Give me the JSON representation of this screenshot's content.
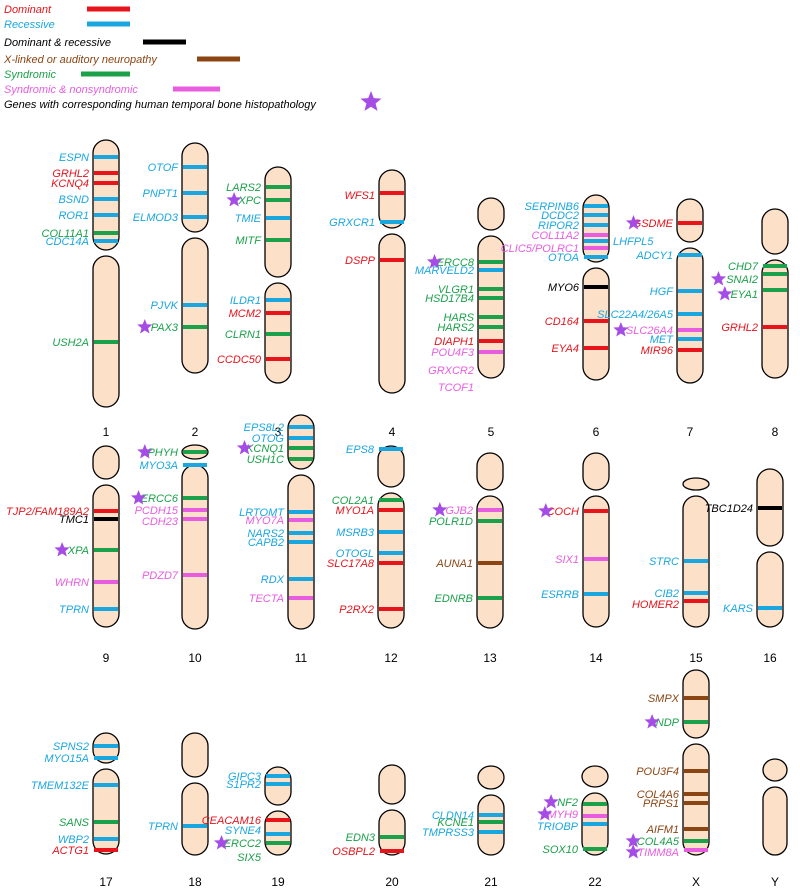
{
  "colors": {
    "dominant": "#e8141c",
    "recessive": "#1aa7e0",
    "both": "#000000",
    "xlinked": "#8b4513",
    "syndromic": "#1aa14a",
    "syn_non": "#e85de0",
    "star": "#a64ce6",
    "body_fill": "#fde0c8"
  },
  "legend": [
    {
      "label": "Dominant",
      "color_key": "dominant"
    },
    {
      "label": "Recessive",
      "color_key": "recessive"
    },
    {
      "label": "Dominant & recessive",
      "color_key": "both"
    },
    {
      "label": "X-linked or auditory neuropathy",
      "color_key": "xlinked"
    },
    {
      "label": "Syndromic",
      "color_key": "syndromic"
    },
    {
      "label": "Syndromic & nonsyndromic",
      "color_key": "syn_non"
    },
    {
      "label": "Genes with corresponding human temporal bone histopathology",
      "color_key": "both",
      "icon": "star-icon"
    }
  ],
  "chromosomes": [
    {
      "name": "1",
      "genes": [
        {
          "label": "ESPN",
          "type": "recessive"
        },
        {
          "label": "GRHL2",
          "type": "dominant"
        },
        {
          "label": "KCNQ4",
          "type": "dominant"
        },
        {
          "label": "BSND",
          "type": "recessive"
        },
        {
          "label": "ROR1",
          "type": "recessive"
        },
        {
          "label": "COL11A1",
          "type": "syndromic"
        },
        {
          "label": "CDC14A",
          "type": "recessive"
        },
        {
          "label": "USH2A",
          "type": "syndromic"
        }
      ]
    },
    {
      "name": "2",
      "genes": [
        {
          "label": "OTOF",
          "type": "recessive"
        },
        {
          "label": "PNPT1",
          "type": "recessive"
        },
        {
          "label": "ELMOD3",
          "type": "recessive"
        },
        {
          "label": "PJVK",
          "type": "recessive"
        },
        {
          "label": "PAX3",
          "type": "syndromic",
          "star": true
        }
      ]
    },
    {
      "name": "3",
      "genes": [
        {
          "label": "LARS2",
          "type": "syndromic"
        },
        {
          "label": "XPC",
          "type": "syndromic",
          "star": true
        },
        {
          "label": "TMIE",
          "type": "recessive"
        },
        {
          "label": "MITF",
          "type": "syndromic"
        },
        {
          "label": "ILDR1",
          "type": "recessive"
        },
        {
          "label": "MCM2",
          "type": "dominant"
        },
        {
          "label": "CLRN1",
          "type": "syndromic"
        },
        {
          "label": "CCDC50",
          "type": "dominant"
        }
      ]
    },
    {
      "name": "4",
      "genes": [
        {
          "label": "WFS1",
          "type": "dominant"
        },
        {
          "label": "GRXCR1",
          "type": "recessive"
        },
        {
          "label": "DSPP",
          "type": "dominant"
        }
      ]
    },
    {
      "name": "5",
      "genes": [
        {
          "label": "ERCC8",
          "type": "syndromic",
          "star": true
        },
        {
          "label": "MARVELD2",
          "type": "recessive"
        },
        {
          "label": "VLGR1",
          "type": "syndromic"
        },
        {
          "label": "HSD17B4",
          "type": "syndromic"
        },
        {
          "label": "HARS",
          "type": "syndromic"
        },
        {
          "label": "HARS2",
          "type": "syndromic"
        },
        {
          "label": "DIAPH1",
          "type": "dominant"
        },
        {
          "label": "POU4F3",
          "type": "syn_non"
        },
        {
          "label": "GRXCR2",
          "type": "syn_non"
        },
        {
          "label": "TCOF1",
          "type": "syn_non"
        }
      ]
    },
    {
      "name": "6",
      "genes": [
        {
          "label": "SERPINB6",
          "type": "recessive"
        },
        {
          "label": "DCDC2",
          "type": "recessive"
        },
        {
          "label": "RIPOR2",
          "type": "recessive"
        },
        {
          "label": "COL11A2",
          "type": "syn_non"
        },
        {
          "label": "LHFPL5",
          "type": "recessive"
        },
        {
          "label": "CLIC5/POLRC1",
          "type": "syn_non"
        },
        {
          "label": "OTOA",
          "type": "recessive"
        },
        {
          "label": "MYO6",
          "type": "both"
        },
        {
          "label": "CD164",
          "type": "dominant"
        },
        {
          "label": "EYA4",
          "type": "dominant"
        }
      ]
    },
    {
      "name": "7",
      "genes": [
        {
          "label": "GSDME",
          "type": "dominant",
          "star": true
        },
        {
          "label": "ADCY1",
          "type": "recessive"
        },
        {
          "label": "HGF",
          "type": "recessive"
        },
        {
          "label": "SLC22A4/26A5",
          "type": "recessive"
        },
        {
          "label": "SLC26A4",
          "type": "syn_non",
          "star": true
        },
        {
          "label": "MET",
          "type": "recessive"
        },
        {
          "label": "MIR96",
          "type": "dominant"
        }
      ]
    },
    {
      "name": "8",
      "genes": [
        {
          "label": "CHD7",
          "type": "syndromic"
        },
        {
          "label": "SNAI2",
          "type": "syndromic",
          "star": true
        },
        {
          "label": "EYA1",
          "type": "syndromic",
          "star": true
        },
        {
          "label": "GRHL2",
          "type": "dominant"
        }
      ]
    },
    {
      "name": "9",
      "genes": [
        {
          "label": "TJP2/FAM189A2",
          "type": "dominant"
        },
        {
          "label": "TMC1",
          "type": "both"
        },
        {
          "label": "XPA",
          "type": "syndromic",
          "star": true
        },
        {
          "label": "WHRN",
          "type": "syn_non"
        },
        {
          "label": "TPRN",
          "type": "recessive"
        }
      ]
    },
    {
      "name": "10",
      "genes": [
        {
          "label": "PHYH",
          "type": "syndromic",
          "star": true
        },
        {
          "label": "MYO3A",
          "type": "recessive"
        },
        {
          "label": "ERCC6",
          "type": "syndromic",
          "star": true
        },
        {
          "label": "PCDH15",
          "type": "syn_non"
        },
        {
          "label": "CDH23",
          "type": "syn_non"
        },
        {
          "label": "PDZD7",
          "type": "syn_non"
        }
      ]
    },
    {
      "name": "11",
      "genes": [
        {
          "label": "EPS8L2",
          "type": "recessive"
        },
        {
          "label": "OTOG",
          "type": "recessive"
        },
        {
          "label": "KCNQ1",
          "type": "syndromic",
          "star": true
        },
        {
          "label": "USH1C",
          "type": "syndromic"
        },
        {
          "label": "LRTOMT",
          "type": "recessive"
        },
        {
          "label": "MYO7A",
          "type": "syn_non"
        },
        {
          "label": "NARS2",
          "type": "recessive"
        },
        {
          "label": "CAPB2",
          "type": "recessive"
        },
        {
          "label": "RDX",
          "type": "recessive"
        },
        {
          "label": "TECTA",
          "type": "syn_non"
        }
      ]
    },
    {
      "name": "12",
      "genes": [
        {
          "label": "EPS8",
          "type": "recessive"
        },
        {
          "label": "COL2A1",
          "type": "syndromic"
        },
        {
          "label": "MYO1A",
          "type": "dominant"
        },
        {
          "label": "MSRB3",
          "type": "recessive"
        },
        {
          "label": "OTOGL",
          "type": "recessive"
        },
        {
          "label": "SLC17A8",
          "type": "dominant"
        },
        {
          "label": "P2RX2",
          "type": "dominant"
        }
      ]
    },
    {
      "name": "13",
      "genes": [
        {
          "label": "GJB2",
          "type": "syn_non",
          "star": true
        },
        {
          "label": "POLR1D",
          "type": "syndromic"
        },
        {
          "label": "AUNA1",
          "type": "xlinked"
        },
        {
          "label": "EDNRB",
          "type": "syndromic"
        }
      ]
    },
    {
      "name": "14",
      "genes": [
        {
          "label": "COCH",
          "type": "dominant",
          "star": true
        },
        {
          "label": "SIX1",
          "type": "syn_non"
        },
        {
          "label": "ESRRB",
          "type": "recessive"
        }
      ]
    },
    {
      "name": "15",
      "genes": [
        {
          "label": "STRC",
          "type": "recessive"
        },
        {
          "label": "CIB2",
          "type": "recessive"
        },
        {
          "label": "HOMER2",
          "type": "dominant"
        }
      ]
    },
    {
      "name": "16",
      "genes": [
        {
          "label": "TBC1D24",
          "type": "both"
        },
        {
          "label": "KARS",
          "type": "recessive"
        }
      ]
    },
    {
      "name": "17",
      "genes": [
        {
          "label": "SPNS2",
          "type": "recessive"
        },
        {
          "label": "MYO15A",
          "type": "recessive"
        },
        {
          "label": "TMEM132E",
          "type": "recessive"
        },
        {
          "label": "SANS",
          "type": "syndromic"
        },
        {
          "label": "WBP2",
          "type": "recessive"
        },
        {
          "label": "ACTG1",
          "type": "dominant"
        }
      ]
    },
    {
      "name": "18",
      "genes": [
        {
          "label": "TPRN",
          "type": "recessive"
        }
      ]
    },
    {
      "name": "19",
      "genes": [
        {
          "label": "GIPC3",
          "type": "recessive"
        },
        {
          "label": "S1PR2",
          "type": "recessive"
        },
        {
          "label": "CEACAM16",
          "type": "dominant"
        },
        {
          "label": "SYNE4",
          "type": "recessive"
        },
        {
          "label": "ERCC2",
          "type": "syndromic",
          "star": true
        },
        {
          "label": "SIX5",
          "type": "syndromic"
        }
      ]
    },
    {
      "name": "20",
      "genes": [
        {
          "label": "EDN3",
          "type": "syndromic"
        },
        {
          "label": "OSBPL2",
          "type": "dominant"
        }
      ]
    },
    {
      "name": "21",
      "genes": [
        {
          "label": "CLDN14",
          "type": "recessive"
        },
        {
          "label": "KCNE1",
          "type": "syndromic"
        },
        {
          "label": "TMPRSS3",
          "type": "recessive"
        }
      ]
    },
    {
      "name": "22",
      "genes": [
        {
          "label": "NF2",
          "type": "syndromic",
          "star": true
        },
        {
          "label": "MYH9",
          "type": "syn_non",
          "star": true
        },
        {
          "label": "TRIOBP",
          "type": "recessive"
        },
        {
          "label": "SOX10",
          "type": "syndromic"
        }
      ]
    },
    {
      "name": "X",
      "genes": [
        {
          "label": "SMPX",
          "type": "xlinked"
        },
        {
          "label": "NDP",
          "type": "syndromic",
          "star": true
        },
        {
          "label": "POU3F4",
          "type": "xlinked"
        },
        {
          "label": "COL4A6",
          "type": "xlinked"
        },
        {
          "label": "PRPS1",
          "type": "xlinked"
        },
        {
          "label": "AIFM1",
          "type": "xlinked"
        },
        {
          "label": "COL4A5",
          "type": "syndromic",
          "star": true
        },
        {
          "label": "TIMM8A",
          "type": "syn_non",
          "star": true
        }
      ]
    },
    {
      "name": "Y",
      "genes": []
    }
  ]
}
